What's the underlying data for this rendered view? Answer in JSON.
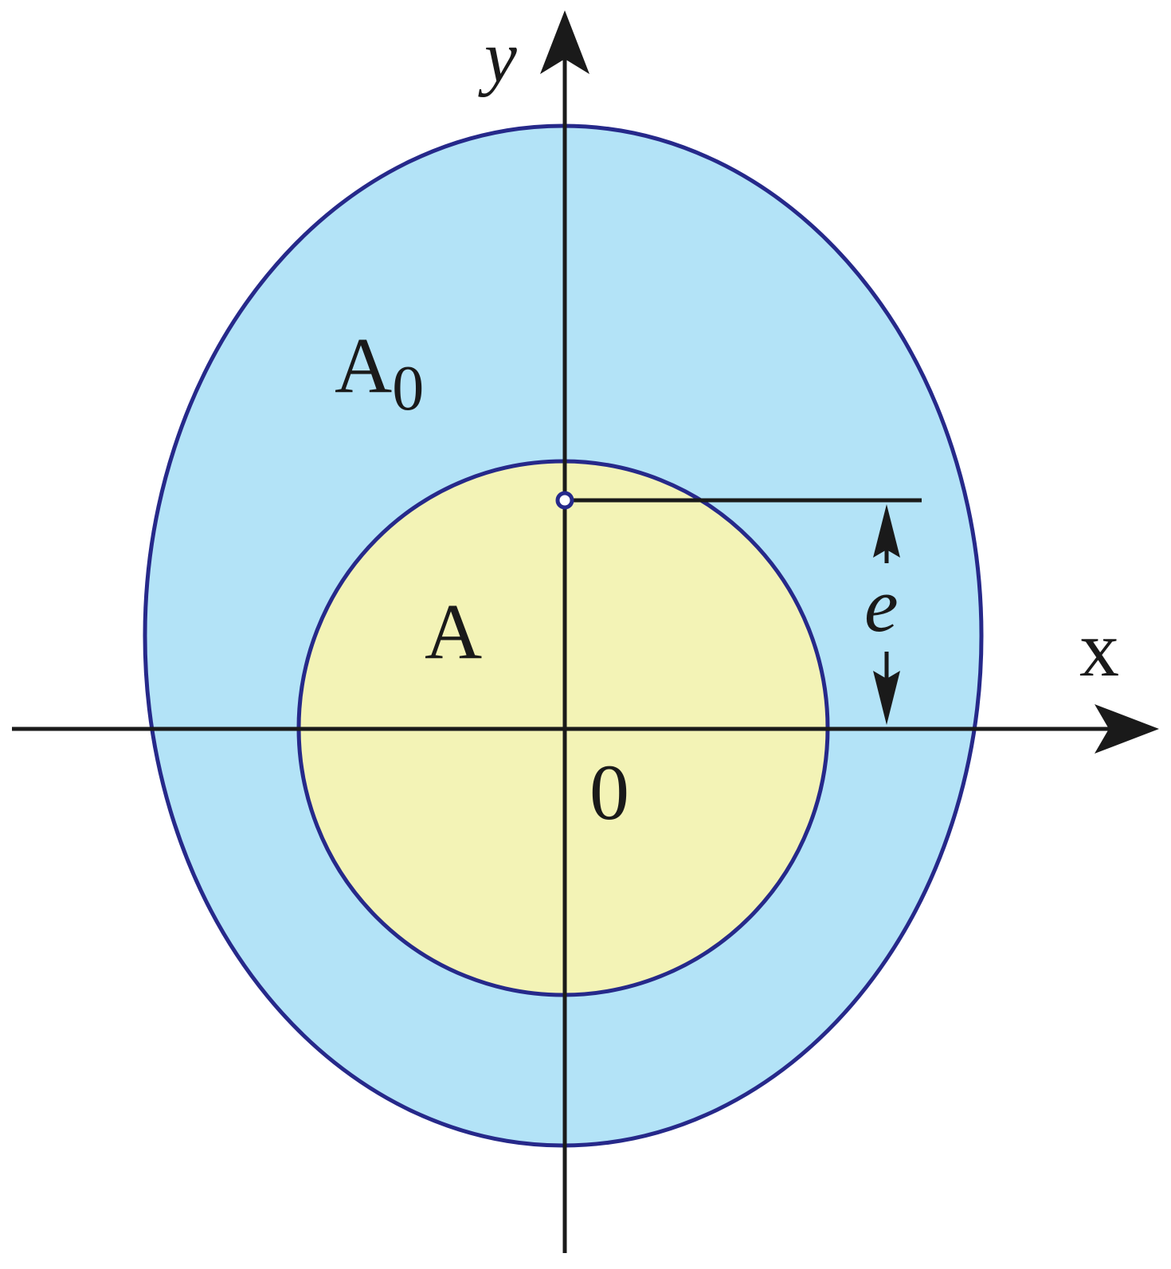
{
  "axes": {
    "x_label": "x",
    "y_label": "y",
    "origin_label": "0"
  },
  "regions": {
    "outer_label": "A",
    "outer_subscript": "0",
    "inner_label": "A"
  },
  "offset": {
    "label": "e"
  },
  "colors": {
    "outer_fill": "#b3e3f7",
    "inner_fill": "#f3f3b6",
    "outline": "#26298a",
    "axis": "#1a1a1a"
  }
}
